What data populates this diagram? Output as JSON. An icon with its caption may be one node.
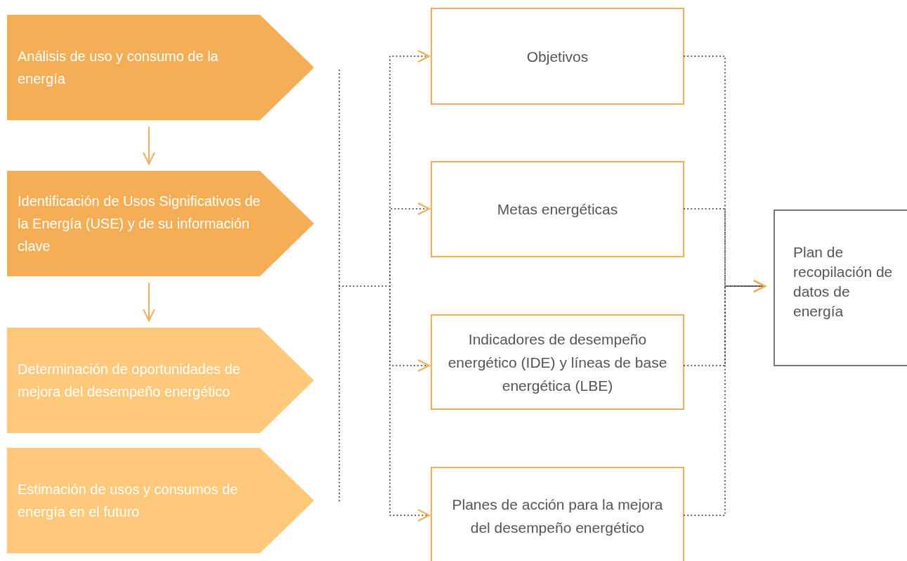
{
  "diagram": {
    "nodes": [
      {
        "text": [
          "Análisis de uso y consumo de la energía"
        ]
      },
      {
        "text": [
          "Identificación de Usos Significativos de la Energía (USE) y de su información clave"
        ]
      },
      {
        "text": [
          "Determinación de oportunidades de mejora del desempeño energético"
        ]
      },
      {
        "text": [
          "Estimación de usos y consumos de energía en el futuro"
        ]
      },
      {
        "text": [
          "Objetivos"
        ]
      },
      {
        "text": [
          "Metas energéticas"
        ]
      },
      {
        "text": [
          "Indicadores de desempeño energético (IDE) y líneas de base energética (LBE)"
        ]
      },
      {
        "text": [
          "Planes de acción para la mejora del desempeño energético"
        ]
      },
      {
        "text": [
          "Plan de recopilación de datos de energía"
        ]
      }
    ],
    "edges": [
      {
        "from": 0,
        "to": 1,
        "arrow": "to",
        "color": "#f4ae55"
      },
      {
        "from": 1,
        "to": 2,
        "arrow": "to",
        "color": "#f4ae55"
      },
      {
        "from": null,
        "to": 4,
        "arrow": "to",
        "style": "dashed"
      },
      {
        "from": null,
        "to": 5,
        "arrow": "to",
        "style": "dashed"
      },
      {
        "from": null,
        "to": 6,
        "arrow": "to",
        "style": "dashed"
      },
      {
        "from": null,
        "to": 7,
        "arrow": "to",
        "style": "dashed"
      },
      {
        "from": 4,
        "to": 8,
        "arrow": "to",
        "style": "dashed"
      },
      {
        "from": 5,
        "to": 8,
        "arrow": "to",
        "style": "dashed"
      },
      {
        "from": 6,
        "to": 8,
        "arrow": "to",
        "style": "dashed"
      },
      {
        "from": 7,
        "to": 8,
        "arrow": "to",
        "style": "dashed"
      }
    ]
  }
}
